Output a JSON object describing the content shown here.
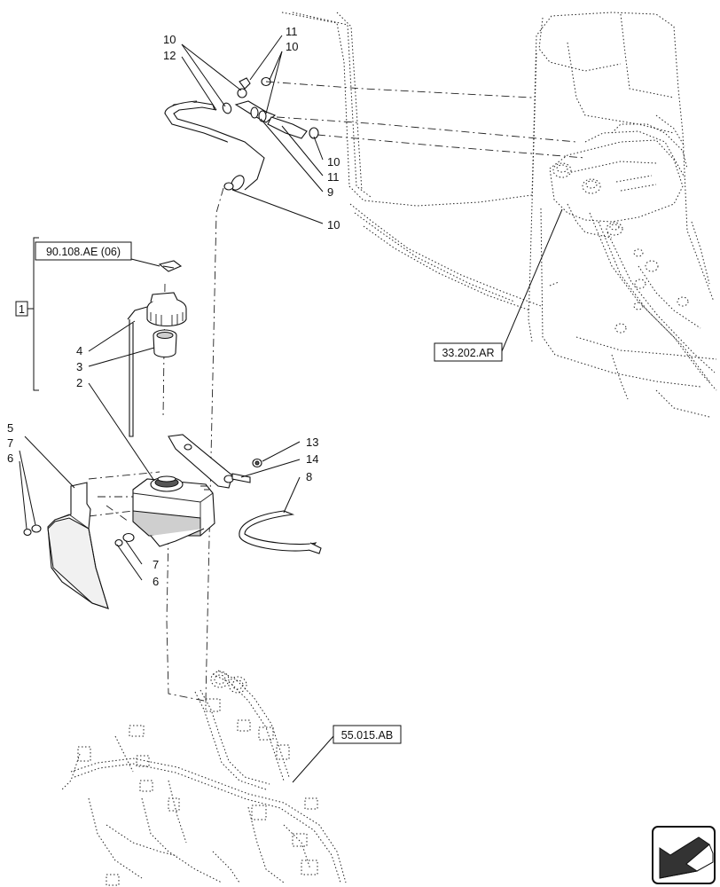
{
  "callouts": {
    "c10a": "10",
    "c12": "12",
    "c11a": "11",
    "c10b": "10",
    "c10c": "10",
    "c11b": "11",
    "c9": "9",
    "c10d": "10",
    "c4": "4",
    "c3": "3",
    "c2": "2",
    "c5": "5",
    "c7a": "7",
    "c6a": "6",
    "c13": "13",
    "c14": "14",
    "c8": "8",
    "c7b": "7",
    "c6b": "6"
  },
  "references": {
    "ref_90108": "90.108.AE (06)",
    "ref_33202": "33.202.AR",
    "ref_55015": "55.015.AB",
    "bracket_label": "1"
  },
  "nav_icon": "arrow-direction-icon"
}
